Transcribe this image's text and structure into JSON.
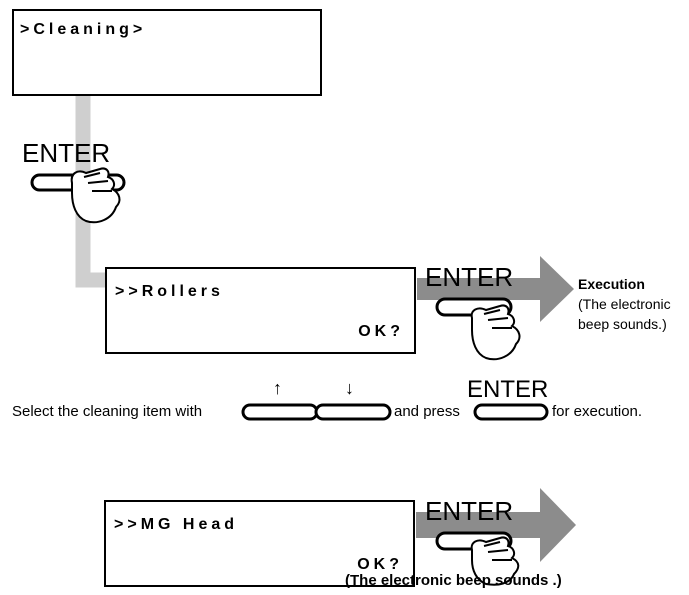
{
  "panels": {
    "cleaning": {
      "line1": ">Cleaning>"
    },
    "rollers": {
      "line1": ">>Rollers",
      "line2": "OK?"
    },
    "mg_head": {
      "line1": ">>MG Head",
      "line2": "OK?"
    }
  },
  "keys": {
    "enter_label": "ENTER",
    "up_glyph": "↑",
    "down_glyph": "↓"
  },
  "execution_note": {
    "title": "Execution",
    "line1": "(The electronic",
    "line2": "beep sounds.)"
  },
  "instruction": {
    "part1": "Select the cleaning item with",
    "part2": "and press",
    "part3": "for execution."
  },
  "bottom_note": "(The electronic beep sounds .)",
  "colors": {
    "connector": "#cfcfcf",
    "arrow": "#8c8c8c",
    "ink": "#000000"
  }
}
